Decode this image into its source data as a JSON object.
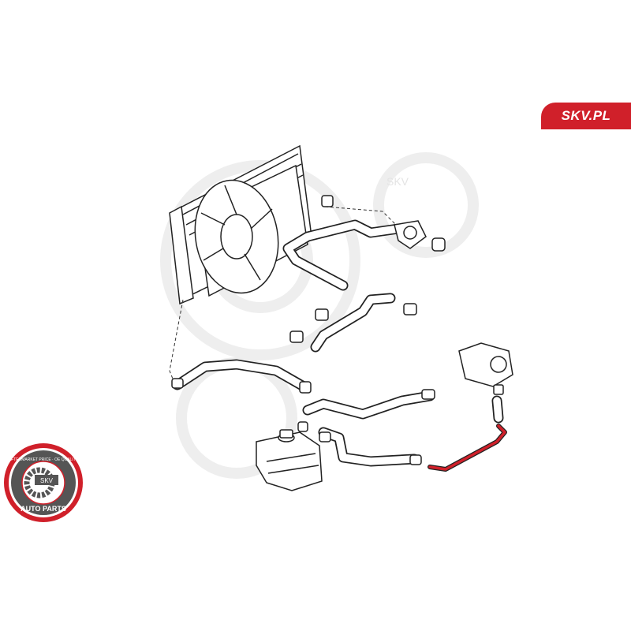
{
  "brand": {
    "label": "SKV.PL",
    "color": "#d0202a"
  },
  "seal": {
    "top_text": "AFTERMARKET PRICE · OE QUALITY",
    "center_text": "SKV",
    "bottom_text": "AUTO PARTS"
  },
  "watermark": {
    "text": "SKV"
  },
  "highlight_color": "#d0202a"
}
